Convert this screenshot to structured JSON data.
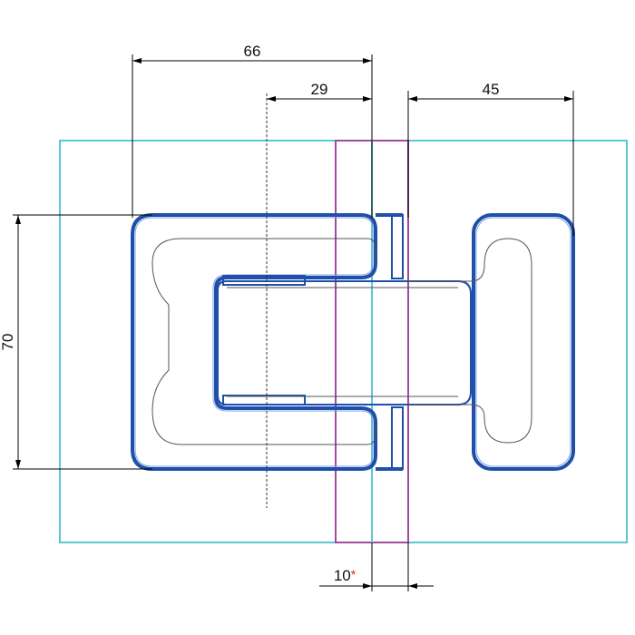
{
  "dimensions": {
    "width_overall": "66",
    "offset_to_center": "29",
    "right_width": "45",
    "height": "70",
    "gap": "10",
    "gap_marker": "*"
  },
  "colors": {
    "door_panel": "#5cc8d6",
    "frame": "#a04aa0",
    "hinge_outline": "#1f4fa8",
    "hinge_outline_inner": "#7aa6e8",
    "detail_line": "#555555",
    "dimension_line": "#000000",
    "marker": "#e0201c"
  }
}
